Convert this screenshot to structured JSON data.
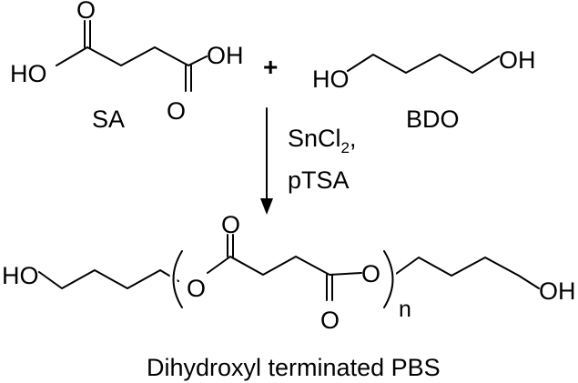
{
  "reactant1": {
    "label": "SA",
    "atoms": {
      "ho": "HO",
      "oh": "OH",
      "o_top": "O",
      "o_bottom": "O"
    }
  },
  "plus": "+",
  "reactant2": {
    "label": "BDO",
    "atoms": {
      "ho": "HO",
      "oh": "OH"
    }
  },
  "catalyst": {
    "line1_main": "SnCl",
    "line1_sub": "2",
    "line1_end": ",",
    "line2": "pTSA"
  },
  "product": {
    "label": "Dihydroxyl terminated PBS",
    "atoms": {
      "ho": "HO",
      "oh": "OH",
      "o_left": "O",
      "o_right": "O",
      "o_top": "O",
      "o_bottom": "O"
    },
    "repeat": "n"
  }
}
